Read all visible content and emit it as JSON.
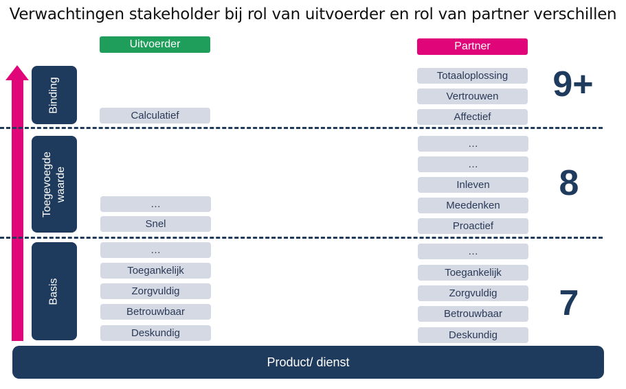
{
  "title": "Verwachtingen stakeholder bij rol van uitvoerder en rol van partner verschillen",
  "headers": {
    "uitvoerder": "Uitvoerder",
    "partner": "Partner"
  },
  "levels": {
    "binding": "Binding",
    "toegevoegde_line1": "Toegevoegde",
    "toegevoegde_line2": "waarde",
    "basis": "Basis"
  },
  "uitvoerder": {
    "binding": [
      "Calculatief"
    ],
    "toegevoegde_waarde": [
      "…",
      "Snel"
    ],
    "basis": [
      "…",
      "Toegankelijk",
      "Zorgvuldig",
      "Betrouwbaar",
      "Deskundig"
    ]
  },
  "partner": {
    "binding": [
      "Totaaloplossing",
      "Vertrouwen",
      "Affectief"
    ],
    "toegevoegde_waarde": [
      "…",
      "…",
      "Inleven",
      "Meedenken",
      "Proactief"
    ],
    "basis": [
      "…",
      "Toegankelijk",
      "Zorgvuldig",
      "Betrouwbaar",
      "Deskundig"
    ]
  },
  "scores": {
    "binding": "9+",
    "toegevoegde_waarde": "8",
    "basis": "7"
  },
  "base_label": "Product/ dienst",
  "colors": {
    "navy": "#1e3a5c",
    "green": "#1e9e5a",
    "magenta": "#e0067a",
    "chip": "#d5d9e4"
  }
}
